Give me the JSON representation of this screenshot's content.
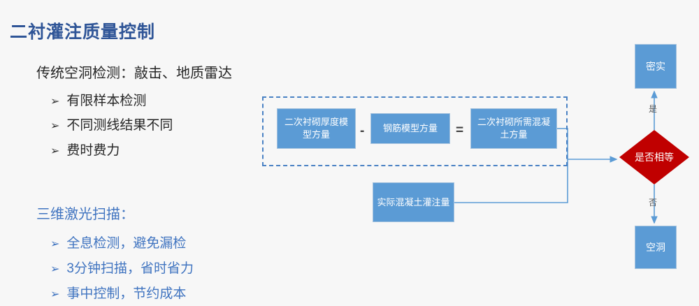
{
  "slide": {
    "title": "二衬灌注质量控制",
    "background_color": "#f7f7f7",
    "title_color": "#2f5597"
  },
  "left_panel": {
    "traditional": {
      "heading": "传统空洞检测：敲击、地质雷达",
      "text_color": "#262626",
      "bullet_marker": "➢",
      "items": [
        {
          "text": "有限样本检测"
        },
        {
          "text": "不同测线结果不同"
        },
        {
          "text": "费时费力"
        }
      ]
    },
    "scanning": {
      "heading": "三维激光扫描：",
      "text_color": "#4074c0",
      "bullet_marker": "➢",
      "items": [
        {
          "text": "全息检测，避免漏检"
        },
        {
          "text": "3分钟扫描，省时省力"
        },
        {
          "text": "事中控制，节约成本"
        }
      ]
    }
  },
  "diagram": {
    "box_fill_color": "#5b9bd5",
    "box_border_color": "#a6c3de",
    "dashed_border_color": "#4a82c4",
    "connector_color": "#5b9bd5",
    "decision_color": "#c00000",
    "formula": {
      "operand_1": "二次衬砌厚度模型方量",
      "operator_1": "-",
      "operand_2": "钢筋模型方量",
      "operator_2": "=",
      "result": "二次衬砌所需混凝土方量"
    },
    "actual_box": "实际混凝土灌注量",
    "decision": "是否相等",
    "branches": [
      {
        "label": "是",
        "target": "密实"
      },
      {
        "label": "否",
        "target": "空洞"
      }
    ],
    "outcome_dense": "密实",
    "outcome_void": "空洞"
  }
}
